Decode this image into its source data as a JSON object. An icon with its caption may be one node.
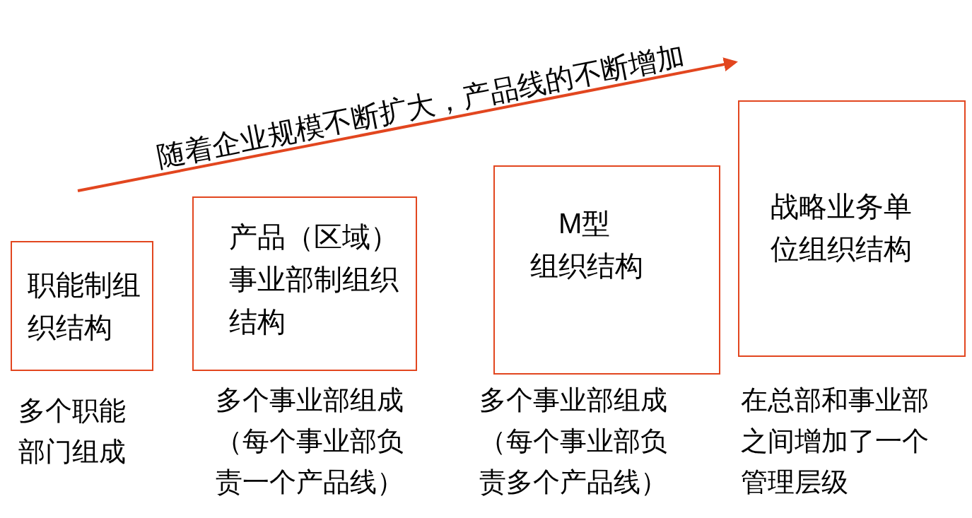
{
  "diagram": {
    "nodes": [
      {
        "text": [
          "职能制组织结构"
        ],
        "beside": [
          "多个职能部门组成"
        ]
      },
      {
        "text": [
          "产品（区域）事业部制组织结构"
        ],
        "beside": [
          "多个事业部组成（每个事业部负责一个产品线）"
        ]
      },
      {
        "text": [
          "M型",
          "组织结构"
        ],
        "beside": [
          "多个事业部组成（每个事业部负责多个产品线）"
        ]
      },
      {
        "text": [
          "战略业务单位组织结构"
        ],
        "beside": [
          "在总部和事业部之间增加了一个管理层级"
        ]
      }
    ],
    "edges": [],
    "labels": [
      "随着企业规模不断扩大，产品线的不断增加"
    ]
  }
}
